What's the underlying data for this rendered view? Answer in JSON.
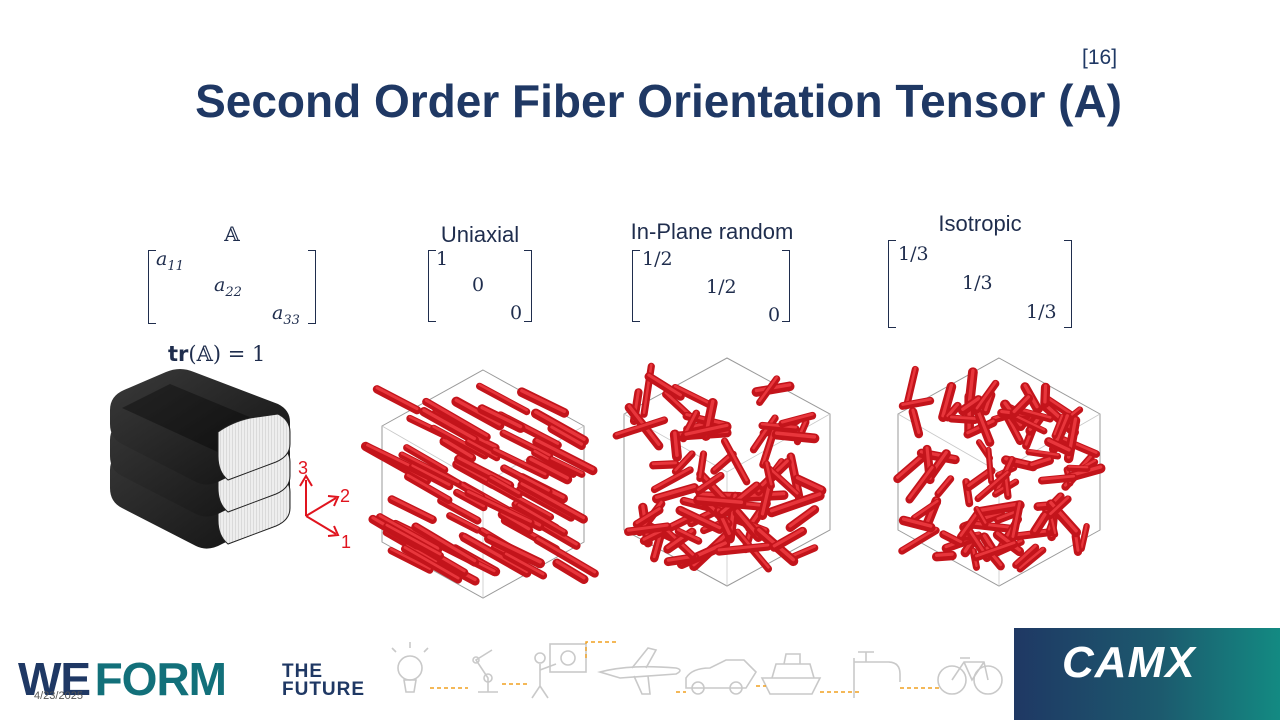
{
  "slide": {
    "reference": "[16]",
    "title": "Second Order Fiber Orientation Tensor (A)"
  },
  "general_tensor": {
    "label": "𝔸",
    "diag": [
      "a11",
      "a22",
      "a33"
    ],
    "trace_op": "tr",
    "trace_rest": "(𝔸) = 1"
  },
  "uniaxial": {
    "label": "Uniaxial",
    "diag": [
      "1",
      "0",
      "0"
    ]
  },
  "in_plane": {
    "label": "In-Plane random",
    "diag": [
      "1/2",
      "1/2",
      "0"
    ]
  },
  "isotropic": {
    "label": "Isotropic",
    "diag": [
      "1/3",
      "1/3",
      "1/3"
    ]
  },
  "axes": {
    "x": "1",
    "y": "2",
    "z": "3"
  },
  "footer": {
    "slogan_we": "WE",
    "slogan_form": "FORM",
    "slogan_the": "THE",
    "slogan_future": "FUTURE",
    "date": "4/23/2025",
    "brand": "CAMX",
    "icons": [
      "lightbulb-icon",
      "robot-arm-icon",
      "presenter-icon",
      "airplane-icon",
      "car-icon",
      "ship-icon",
      "faucet-icon",
      "bicycle-icon"
    ]
  },
  "colors": {
    "navy": "#1f3864",
    "teal": "#12707a",
    "fiber_red": "#d4161d",
    "axis_red": "#e0141e"
  }
}
